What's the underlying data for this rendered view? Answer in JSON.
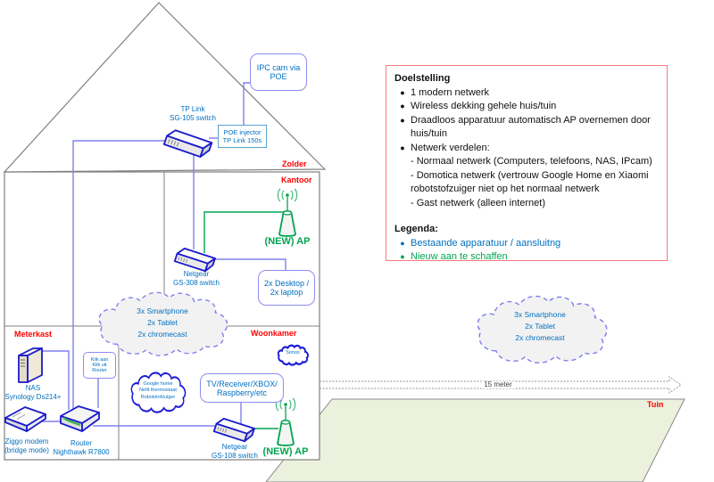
{
  "rooms": {
    "zolder": "Zolder",
    "kantoor": "Kantoor",
    "meterkast": "Meterkast",
    "woonkamer": "Woonkamer",
    "tuin": "Tuin"
  },
  "measurement": "15 meter",
  "devices": {
    "ipc_cam": "IPC cam via POE",
    "tplink_switch": "TP Link\nSG-105 switch",
    "poe_injector": "POE injector\nTP Link 150s",
    "gs308_switch": "Netgear\nGS-308 switch",
    "ap_office": "(NEW) AP",
    "desktops": "2x Desktop /\n2x laptop",
    "nas": "NAS\nSynology Ds214+",
    "kaku_router": "Klik aan\nKlik uit\nRouter",
    "ziggo_modem": "Ziggo modem\n(bridge mode)",
    "nighthawk_router": "Router\nNighthawk R7800",
    "tv_cluster": "TV/Receiver/XBOX/\nRaspberry/etc",
    "gs108_switch": "Netgear\nGS-108 switch",
    "ap_living": "(NEW) AP",
    "sonos": "Sonos"
  },
  "clouds": {
    "wireless_inside": "3x Smartphone\n2x Tablet\n2x chromecast",
    "wireless_garden": "3x Smartphone\n2x Tablet\n2x chromecast",
    "domotica": "Google home\nNefit thermostaat\nRobotstofzuiger"
  },
  "objectives": {
    "heading": "Doelstelling",
    "bullets": [
      "1 modern netwerk",
      "Wireless dekking gehele huis/tuin",
      "Draadloos apparatuur automatisch AP overnemen door huis/tuin",
      "Netwerk verdelen:"
    ],
    "sub_bullets": [
      "- Normaal netwerk (Computers, telefoons, NAS, IPcam)",
      "- Domotica netwerk (vertrouw Google Home en Xiaomi robotstofzuiger niet op het normaal netwerk",
      "- Gast netwerk (alleen internet)"
    ],
    "legend_heading": "Legenda:",
    "legend_existing": "Bestaande apparatuur / aansluitng",
    "legend_new": "Nieuw aan te schaffen"
  },
  "colors": {
    "existing_blue": "#0070c0",
    "new_green": "#00a550",
    "room_red": "#ff0000",
    "cable_purple": "#8080ee",
    "device_outline": "#1a1acc",
    "objectives_border": "#f47c7c",
    "garden_fill": "#ecf1de"
  }
}
